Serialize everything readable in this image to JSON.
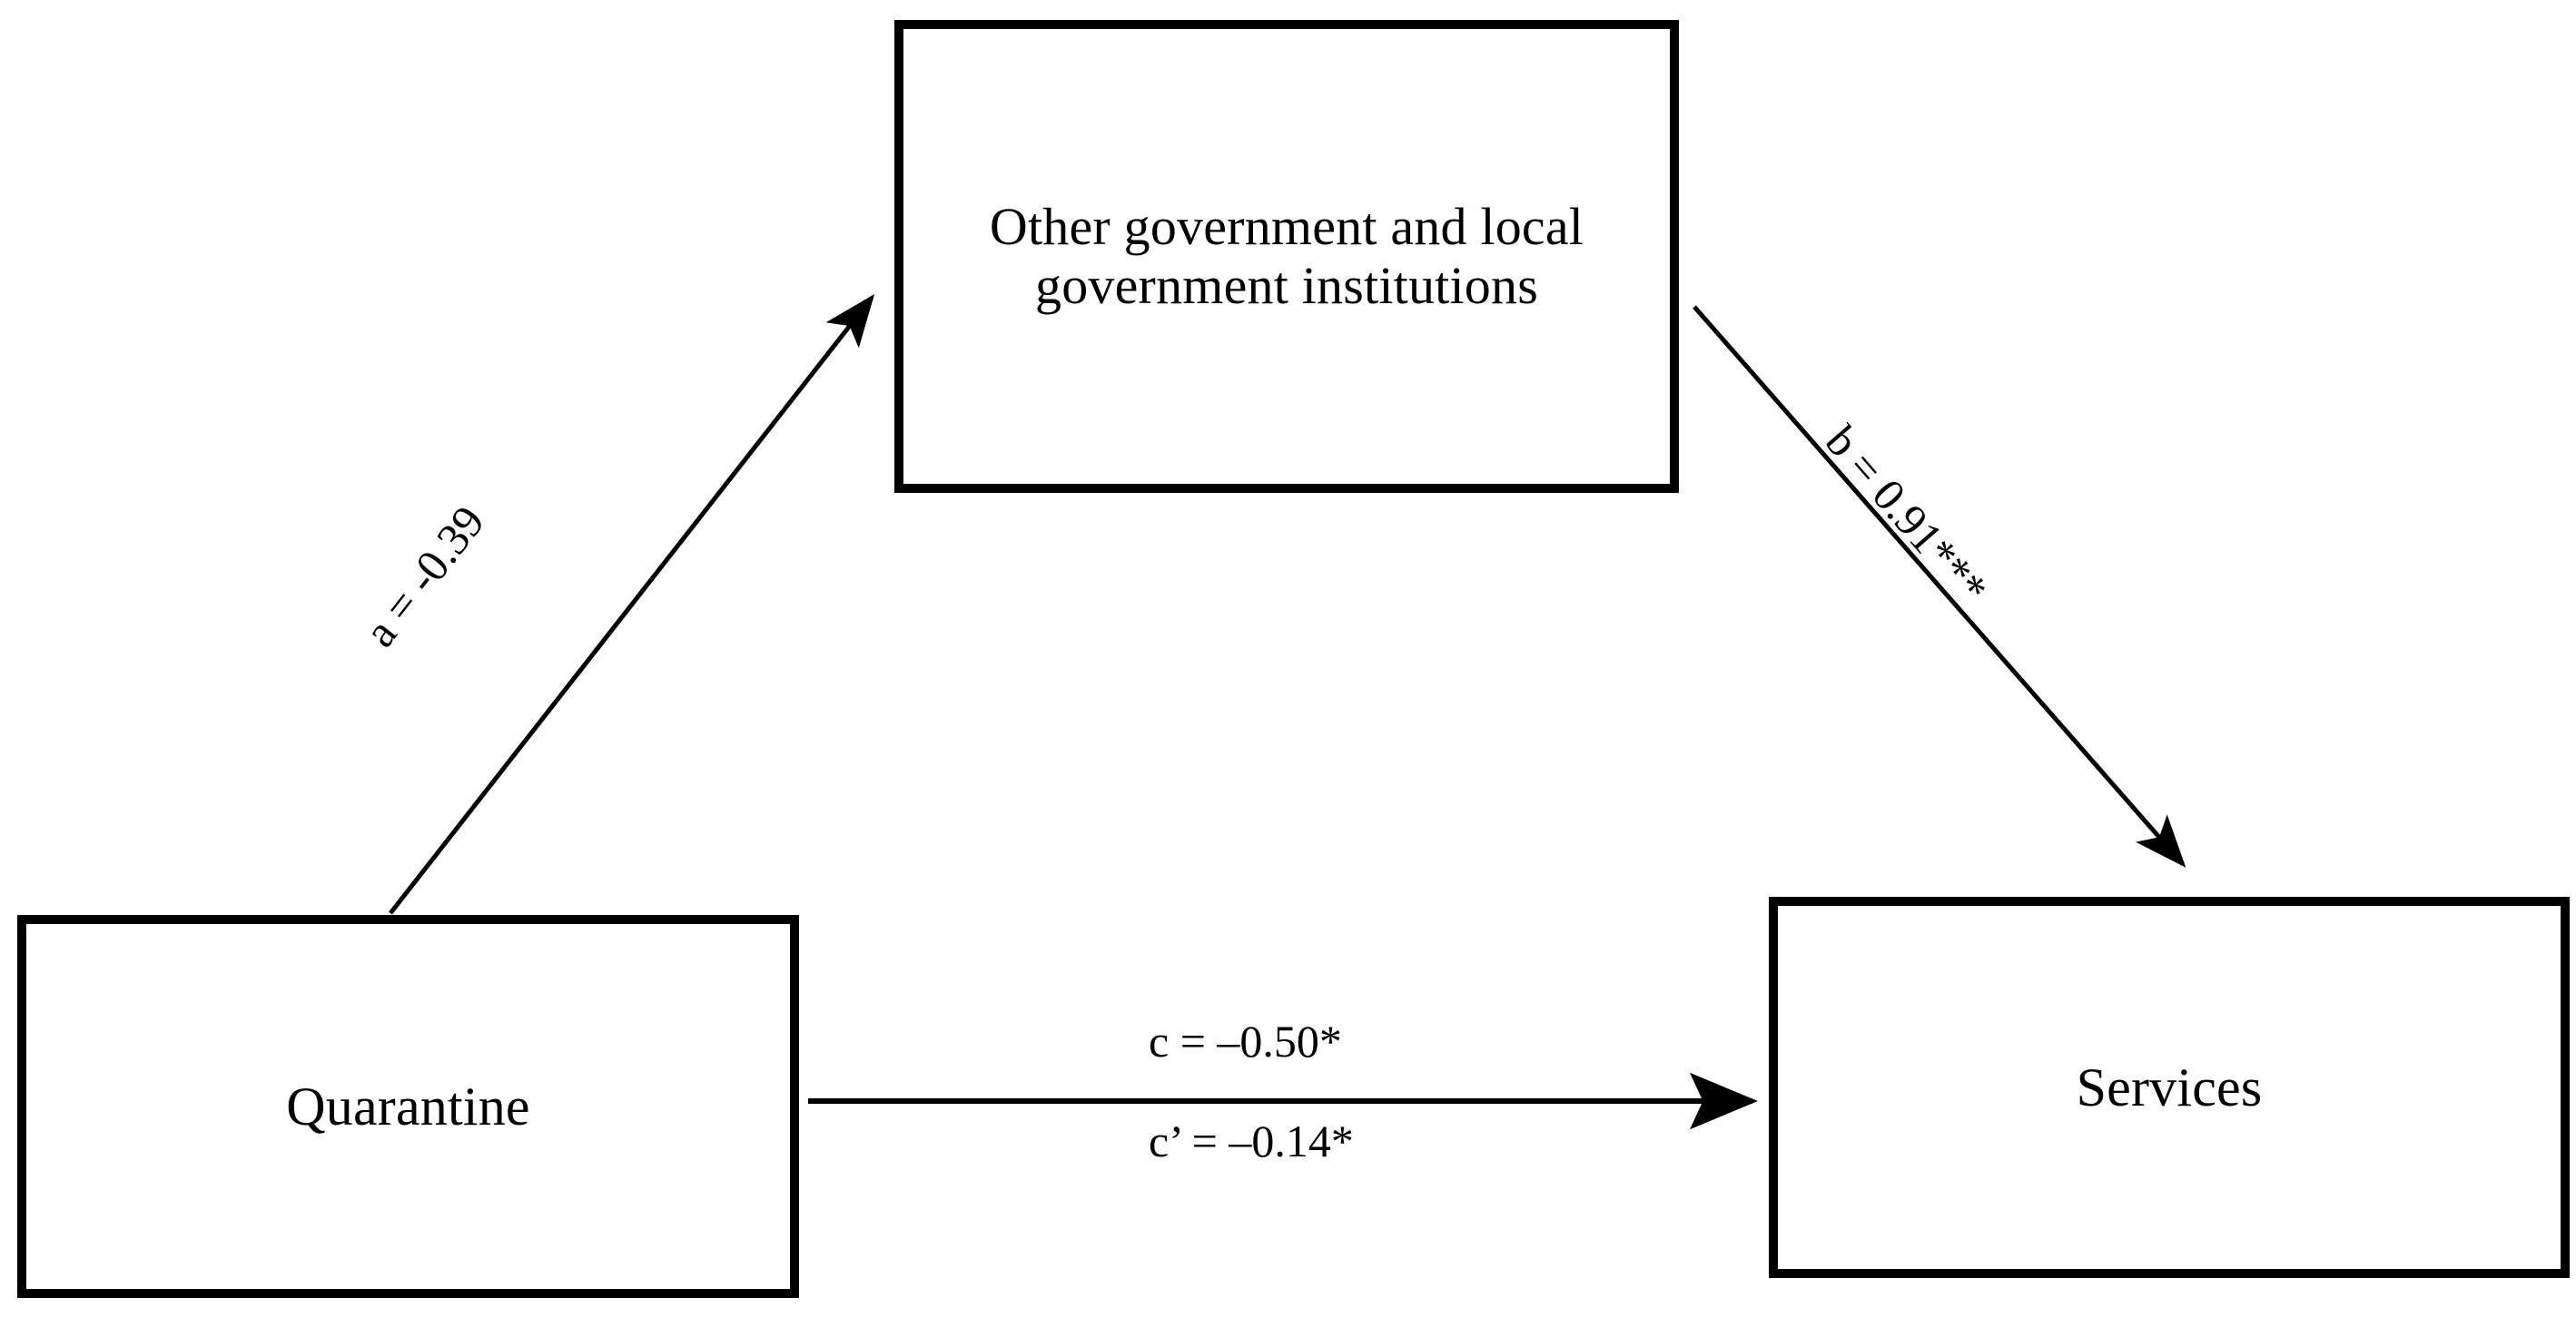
{
  "diagram": {
    "type": "mediation-model",
    "title": "",
    "background_color": "#ffffff",
    "stroke_color": "#000000",
    "nodes": {
      "predictor": {
        "id": "quarantine",
        "label": "Quarantine",
        "role": "independent-variable"
      },
      "mediator": {
        "id": "other-government-and-local-government-institutions",
        "label": "Other government and local government institutions",
        "role": "mediator"
      },
      "outcome": {
        "id": "services",
        "label": "Services",
        "role": "dependent-variable"
      }
    },
    "paths": [
      {
        "id": "a",
        "from": "quarantine",
        "to": "other-government-and-local-government-institutions",
        "label": "a = -0.39",
        "coefficient": -0.39,
        "significance": "",
        "direction": "up-right"
      },
      {
        "id": "b",
        "from": "other-government-and-local-government-institutions",
        "to": "services",
        "label": "b = 0.91***",
        "coefficient": 0.91,
        "significance": "***",
        "direction": "down-right"
      },
      {
        "id": "c",
        "from": "quarantine",
        "to": "services",
        "label": "c = –0.50*",
        "coefficient": -0.5,
        "significance": "*",
        "direction": "right",
        "effect": "total"
      },
      {
        "id": "c-prime",
        "from": "quarantine",
        "to": "services",
        "label": "c’ = –0.14*",
        "coefficient": -0.14,
        "significance": "*",
        "direction": "right",
        "effect": "direct"
      }
    ]
  },
  "chart_data": {
    "type": "diagram",
    "title": "",
    "categories": [
      "a",
      "b",
      "c",
      "c'"
    ],
    "values": [
      -0.39,
      0.91,
      -0.5,
      -0.14
    ],
    "labels": [
      "a = -0.39",
      "b = 0.91***",
      "c = –0.50*",
      "c’ = –0.14*"
    ],
    "nodes": [
      "Quarantine",
      "Other government and local government institutions",
      "Services"
    ]
  }
}
